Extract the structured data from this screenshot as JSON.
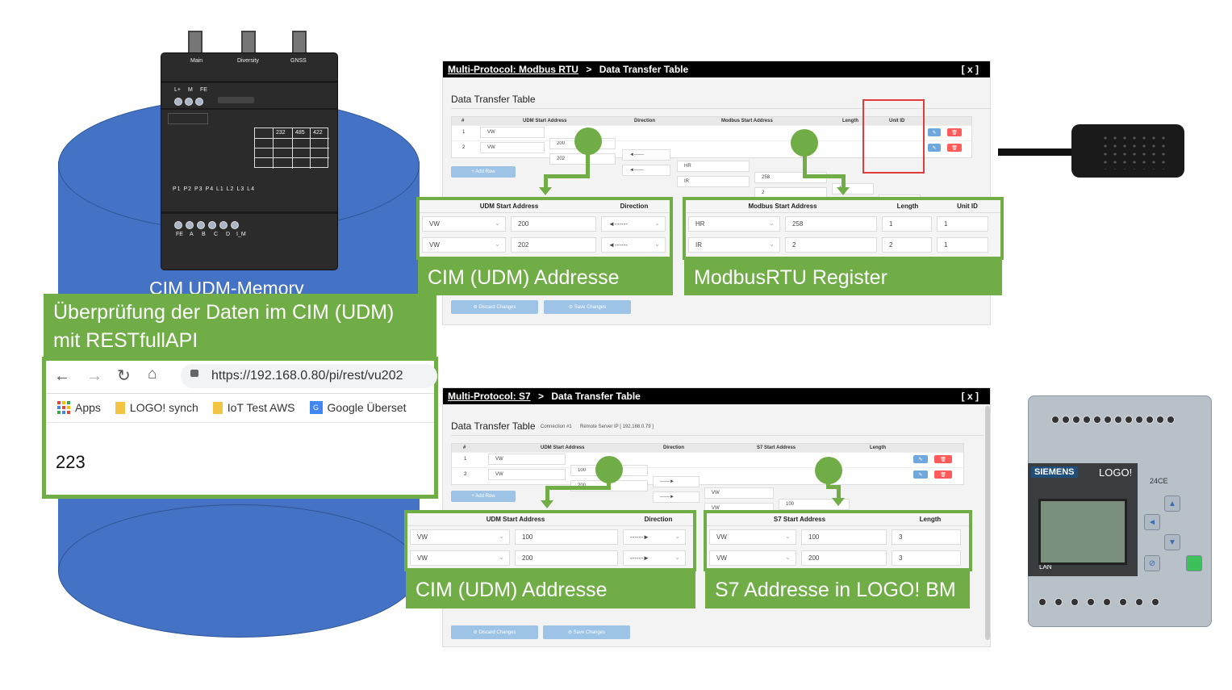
{
  "cylinder": {
    "label": "CIM UDM-Memory"
  },
  "device": {
    "antennas": [
      "Main",
      "Diversity",
      "GNSS"
    ],
    "leds_top": [
      "L+",
      "M",
      "FE"
    ],
    "grid_headers": [
      "232",
      "485",
      "422"
    ],
    "ports": "P1 P2 P3 P4 L1 L2 L3 L4",
    "terminals": [
      "FE",
      "A",
      "B",
      "C",
      "D",
      "I_M"
    ]
  },
  "modbus_panel": {
    "breadcrumb_link": "Multi-Protocol: Modbus RTU",
    "breadcrumb_sep": ">",
    "breadcrumb_current": "Data Transfer Table",
    "close": "[ x ]",
    "heading": "Data Transfer Table",
    "headers": [
      "#",
      "UDM Start Address",
      "Direction",
      "Modbus Start Address",
      "Length",
      "Unit ID"
    ],
    "rows": [
      {
        "num": "1",
        "udm": "VW",
        "addr": "200",
        "dir": "◄------",
        "reg": "HR",
        "start": "258",
        "len": "1",
        "unit": "1"
      },
      {
        "num": "2",
        "udm": "VW",
        "addr": "202",
        "dir": "◄------",
        "reg": "IR",
        "start": "2",
        "len": "2",
        "unit": "1"
      }
    ],
    "add_row": "+ Add Row",
    "discard": "⊘ Discard Changes",
    "save": "⊘ Save Changes"
  },
  "modbus_zoom_left": {
    "headers": [
      "UDM Start Address",
      "Direction"
    ],
    "rows": [
      {
        "type": "VW",
        "addr": "200",
        "dir": "◄------"
      },
      {
        "type": "VW",
        "addr": "202",
        "dir": "◄------"
      }
    ],
    "label": "CIM (UDM) Addresse"
  },
  "modbus_zoom_right": {
    "headers": [
      "Modbus Start Address",
      "Length",
      "Unit ID"
    ],
    "rows": [
      {
        "reg": "HR",
        "start": "258",
        "len": "1",
        "unit": "1"
      },
      {
        "reg": "IR",
        "start": "2",
        "len": "2",
        "unit": "1"
      }
    ],
    "label": "ModbusRTU Register"
  },
  "s7_panel": {
    "breadcrumb_link": "Multi-Protocol: S7",
    "breadcrumb_sep": ">",
    "breadcrumb_current": "Data Transfer Table",
    "close": "[ x ]",
    "heading": "Data Transfer Table",
    "connection": "Connection #1",
    "remote": "Remote Server IP [ 192.168.0.79 ]",
    "headers": [
      "#",
      "UDM Start Address",
      "Direction",
      "S7 Start Address",
      "Length"
    ],
    "rows": [
      {
        "num": "1",
        "udm": "VW",
        "addr": "100",
        "dir": "------►",
        "s7": "VW",
        "s7addr": "100",
        "len": "3"
      },
      {
        "num": "2",
        "udm": "VW",
        "addr": "200",
        "dir": "------►",
        "s7": "VW",
        "s7addr": "200",
        "len": "3"
      }
    ],
    "add_row": "+ Add Row",
    "discard": "⊘ Discard Changes",
    "save": "⊘ Save Changes"
  },
  "s7_zoom_left": {
    "headers": [
      "UDM Start Address",
      "Direction"
    ],
    "rows": [
      {
        "type": "VW",
        "addr": "100",
        "dir": "------►"
      },
      {
        "type": "VW",
        "addr": "200",
        "dir": "------►"
      }
    ],
    "label": "CIM (UDM) Addresse"
  },
  "s7_zoom_right": {
    "headers": [
      "S7 Start Address",
      "Length"
    ],
    "rows": [
      {
        "type": "VW",
        "addr": "100",
        "len": "3"
      },
      {
        "type": "VW",
        "addr": "200",
        "len": "3"
      }
    ],
    "label": "S7 Addresse in LOGO! BM"
  },
  "rest": {
    "label_line1": "Überprüfung der Daten im CIM (UDM)",
    "label_line2": "mit RESTfullAPI",
    "url": "https://192.168.0.80/pi/rest/vu202",
    "bookmarks": [
      "Apps",
      "LOGO! synch",
      "IoT Test AWS",
      "Google Überset"
    ],
    "response": "223"
  },
  "logo": {
    "brand": "SIEMENS",
    "product": "LOGO!",
    "lan": "LAN",
    "model": "24CE"
  },
  "colors": {
    "green": "#70ad47",
    "blue": "#4472c4",
    "red_box": "#e03c3c"
  }
}
